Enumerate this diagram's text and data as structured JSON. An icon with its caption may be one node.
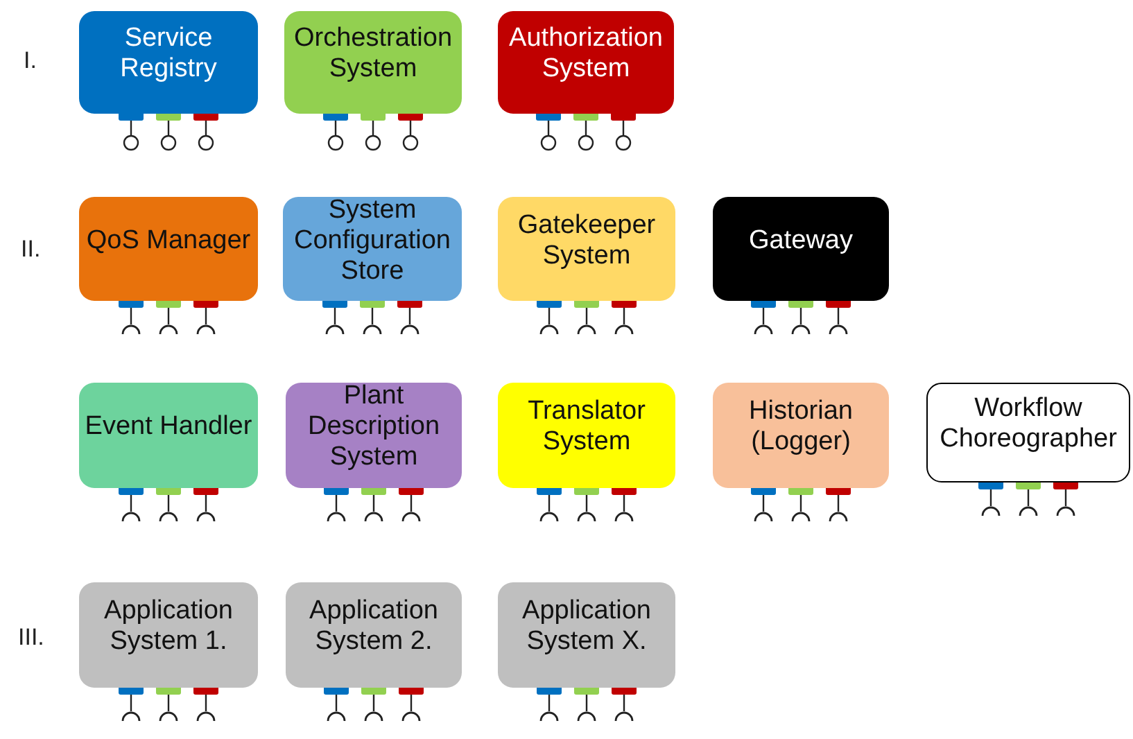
{
  "diagram": {
    "nodes": [
      {
        "text": [
          "Service Registry"
        ]
      },
      {
        "text": [
          "Orchestration System"
        ]
      },
      {
        "text": [
          "Authorization System"
        ]
      },
      {
        "text": [
          "QoS Manager"
        ]
      },
      {
        "text": [
          "System Configuration Store"
        ]
      },
      {
        "text": [
          "Gatekeeper System"
        ]
      },
      {
        "text": [
          "Gateway"
        ]
      },
      {
        "text": [
          "Event Handler"
        ]
      },
      {
        "text": [
          "Plant Description System"
        ]
      },
      {
        "text": [
          "Translator System"
        ]
      },
      {
        "text": [
          "Historian (Logger)"
        ]
      },
      {
        "text": [
          "Workflow Choreographer"
        ]
      },
      {
        "text": [
          "Application System 1."
        ]
      },
      {
        "text": [
          "Application System 2."
        ]
      },
      {
        "text": [
          "Application System X."
        ]
      }
    ],
    "labels": [
      "I.",
      "II.",
      "III."
    ]
  }
}
